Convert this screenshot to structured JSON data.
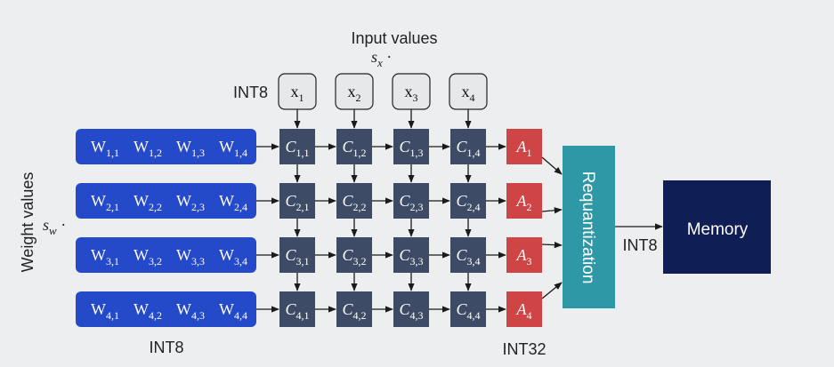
{
  "title": "Input values",
  "input_scale": {
    "base": "s",
    "sub": "x",
    "suffix": " ·"
  },
  "weight_axis_label": "Weight values",
  "weight_scale": {
    "base": "s",
    "sub": "w",
    "suffix": " ·"
  },
  "labels": {
    "input_int8": "INT8",
    "weight_int8": "INT8",
    "acc_int32": "INT32",
    "out_int8": "INT8"
  },
  "requant_label": "Requantization",
  "memory_label": "Memory",
  "inputs": [
    {
      "base": "x",
      "sub": "1"
    },
    {
      "base": "x",
      "sub": "2"
    },
    {
      "base": "x",
      "sub": "3"
    },
    {
      "base": "x",
      "sub": "4"
    }
  ],
  "weight_rows": [
    [
      {
        "base": "W",
        "sub": "1,1"
      },
      {
        "base": "W",
        "sub": "1,2"
      },
      {
        "base": "W",
        "sub": "1,3"
      },
      {
        "base": "W",
        "sub": "1,4"
      }
    ],
    [
      {
        "base": "W",
        "sub": "2,1"
      },
      {
        "base": "W",
        "sub": "2,2"
      },
      {
        "base": "W",
        "sub": "2,3"
      },
      {
        "base": "W",
        "sub": "2,4"
      }
    ],
    [
      {
        "base": "W",
        "sub": "3,1"
      },
      {
        "base": "W",
        "sub": "3,2"
      },
      {
        "base": "W",
        "sub": "3,3"
      },
      {
        "base": "W",
        "sub": "3,4"
      }
    ],
    [
      {
        "base": "W",
        "sub": "4,1"
      },
      {
        "base": "W",
        "sub": "4,2"
      },
      {
        "base": "W",
        "sub": "4,3"
      },
      {
        "base": "W",
        "sub": "4,4"
      }
    ]
  ],
  "cells": [
    [
      {
        "base": "C",
        "sub": "1,1"
      },
      {
        "base": "C",
        "sub": "1,2"
      },
      {
        "base": "C",
        "sub": "1,3"
      },
      {
        "base": "C",
        "sub": "1,4"
      }
    ],
    [
      {
        "base": "C",
        "sub": "2,1"
      },
      {
        "base": "C",
        "sub": "2,2"
      },
      {
        "base": "C",
        "sub": "2,3"
      },
      {
        "base": "C",
        "sub": "2,4"
      }
    ],
    [
      {
        "base": "C",
        "sub": "3,1"
      },
      {
        "base": "C",
        "sub": "3,2"
      },
      {
        "base": "C",
        "sub": "3,3"
      },
      {
        "base": "C",
        "sub": "3,4"
      }
    ],
    [
      {
        "base": "C",
        "sub": "4,1"
      },
      {
        "base": "C",
        "sub": "4,2"
      },
      {
        "base": "C",
        "sub": "4,3"
      },
      {
        "base": "C",
        "sub": "4,4"
      }
    ]
  ],
  "accumulators": [
    {
      "base": "A",
      "sub": "1"
    },
    {
      "base": "A",
      "sub": "2"
    },
    {
      "base": "A",
      "sub": "3"
    },
    {
      "base": "A",
      "sub": "4"
    }
  ],
  "colors": {
    "background": "#eceef0",
    "weight_bar": "#2449c9",
    "cell": "#3d4b66",
    "accumulator": "#cf4444",
    "requant": "#2f98a6",
    "memory": "#0f1e55",
    "input_box_fill": "#e6e8ea",
    "arrow": "#1a1a1a"
  }
}
